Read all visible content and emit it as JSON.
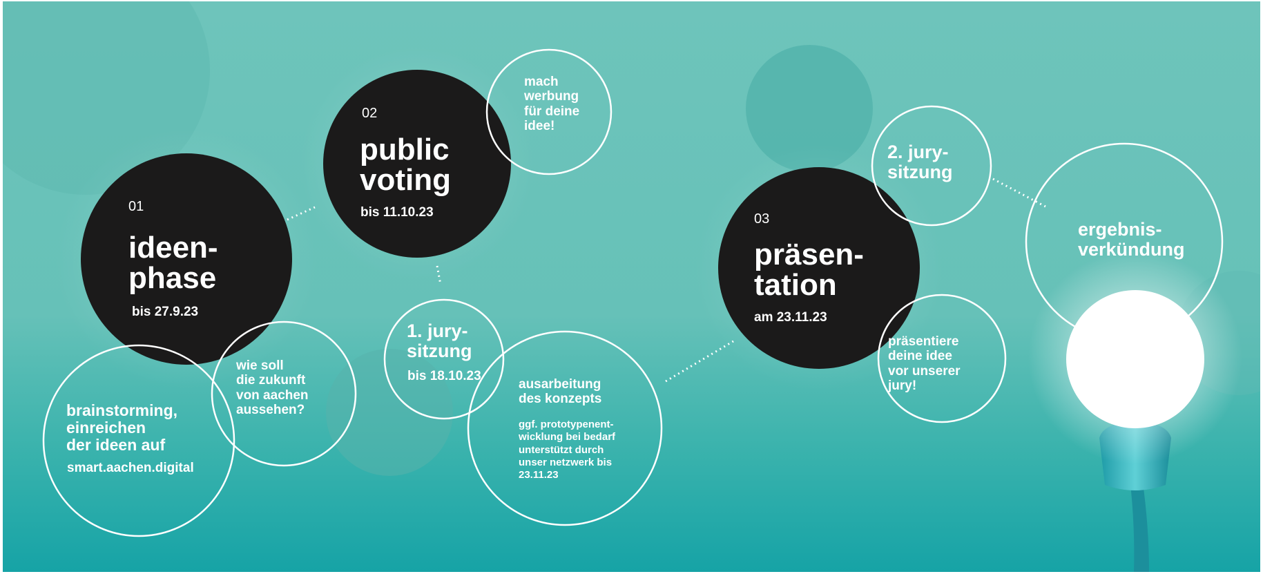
{
  "background_color": "#6ec4bb",
  "circle_fill": "#1b1a1a",
  "outline_color": "#ffffff",
  "phases": [
    {
      "number": "01",
      "title": "ideen-\nphase",
      "date": "bis 27.9.23"
    },
    {
      "number": "02",
      "title": "public\nvoting",
      "date": "bis 11.10.23"
    },
    {
      "number": "03",
      "title": "präsen-\ntation",
      "date": "am 23.11.23"
    }
  ],
  "bubbles": {
    "brainstorming_title": "brainstorming,\neinreichen\nder ideen auf",
    "brainstorming_url": "smart.aachen.digital",
    "zukunft": "wie soll\ndie zukunft\nvon aachen\naussehen?",
    "werbung": "mach\nwerbung\nfür deine\nidee!",
    "jury1_title": "1. jury-\nsitzung",
    "jury1_date": "bis 18.10.23",
    "konzept_title": "ausarbeitung\ndes konzepts",
    "konzept_text": "ggf. prototypenent-\nwicklung bei bedarf\nunterstützt durch\nunser netzwerk bis\n23.11.23",
    "jury2_title": "2. jury-\nsitzung",
    "praesentiere": "präsentiere\ndeine idee\nvor unserer\njury!",
    "ergebnis": "ergebnis-\nverkündung"
  },
  "icons": {
    "lightbulb": "lightbulb-icon"
  }
}
